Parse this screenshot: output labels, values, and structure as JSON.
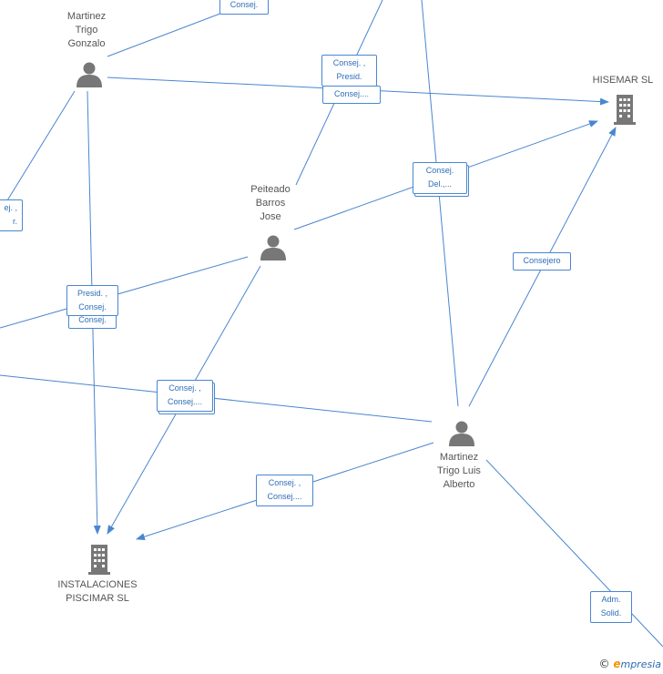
{
  "nodes": {
    "martinez_trigo_gonzalo": {
      "label": "Martinez\nTrigo\nGonzalo",
      "type": "person"
    },
    "peiteado_barros_jose": {
      "label": "Peiteado\nBarros\nJose",
      "type": "person"
    },
    "martinez_trigo_luis_alberto": {
      "label": "Martinez\nTrigo Luis\nAlberto",
      "type": "person"
    },
    "hisemar_sl": {
      "label": "HISEMAR SL",
      "type": "company"
    },
    "instalaciones_piscimar_sl": {
      "label": "INSTALACIONES\nPISCIMAR SL",
      "type": "company"
    }
  },
  "edge_labels": {
    "top_consej": "Consej.",
    "gonzalo_hisemar": "Consej. ,\nPresid.",
    "gonzalo_hisemar_2": "Consej....",
    "left_partial": "ej. ,\nr.",
    "jose_hisemar": "Consej.\nDel.,...",
    "gonzalo_piscimar": "Presid. ,\nConsej.",
    "gonzalo_piscimar_2": "Consej.",
    "jose_piscimar": "Consej. ,\nConsej....",
    "luis_hisemar": "Consejero",
    "luis_piscimar": "Consej. ,\nConsej....",
    "luis_offscreen": "Adm.\nSolid."
  },
  "colors": {
    "edge": "#4a86d0",
    "icon": "#777777",
    "label_text": "#2f6eb8"
  },
  "watermark": {
    "symbol": "©",
    "brand_initial": "e",
    "brand_rest": "mpresia"
  }
}
